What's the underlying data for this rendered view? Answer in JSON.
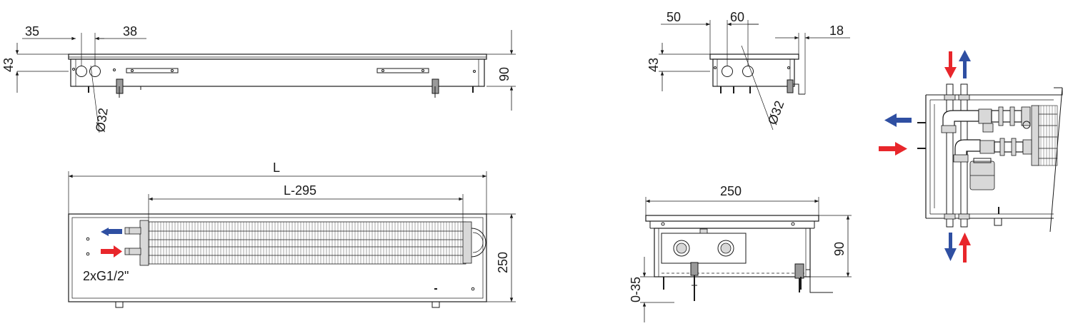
{
  "dimensions": {
    "side_35": "35",
    "side_38": "38",
    "side_43": "43",
    "side_90": "90",
    "side_d32": "Ø32",
    "end_50": "50",
    "end_60": "60",
    "end_18": "18",
    "end_43": "43",
    "end_d32": "Ø32",
    "top_L": "L",
    "top_L295": "L-295",
    "top_250": "250",
    "connection": "2xG1/2\"",
    "sec_250": "250",
    "sec_90": "90",
    "sec_035": "0-35"
  },
  "colors": {
    "supply_arrow": "#e8262b",
    "return_arrow": "#2f4fa2",
    "line": "#1a1a1a",
    "fill_grey": "#9a9a9a"
  },
  "icons": {
    "supply": "red-arrow-icon",
    "return": "blue-arrow-icon"
  }
}
